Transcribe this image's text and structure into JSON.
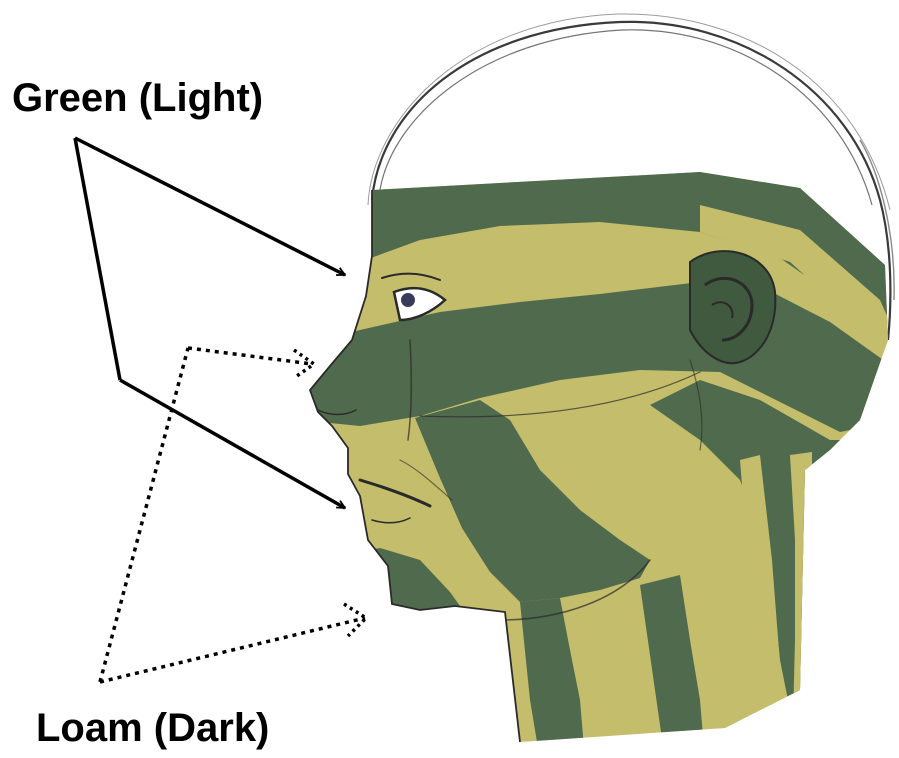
{
  "labels": {
    "light": "Green (Light)",
    "dark": "Loam (Dark)"
  },
  "colors": {
    "light_paint": "#c3bd6c",
    "dark_paint": "#4f6a4d",
    "outline": "#2a2a2a",
    "arrow": "#000000"
  },
  "icons": {
    "figure": "face-camouflage-profile",
    "solid_arrow": "arrow-icon",
    "dotted_arrow": "dotted-arrow-icon"
  }
}
